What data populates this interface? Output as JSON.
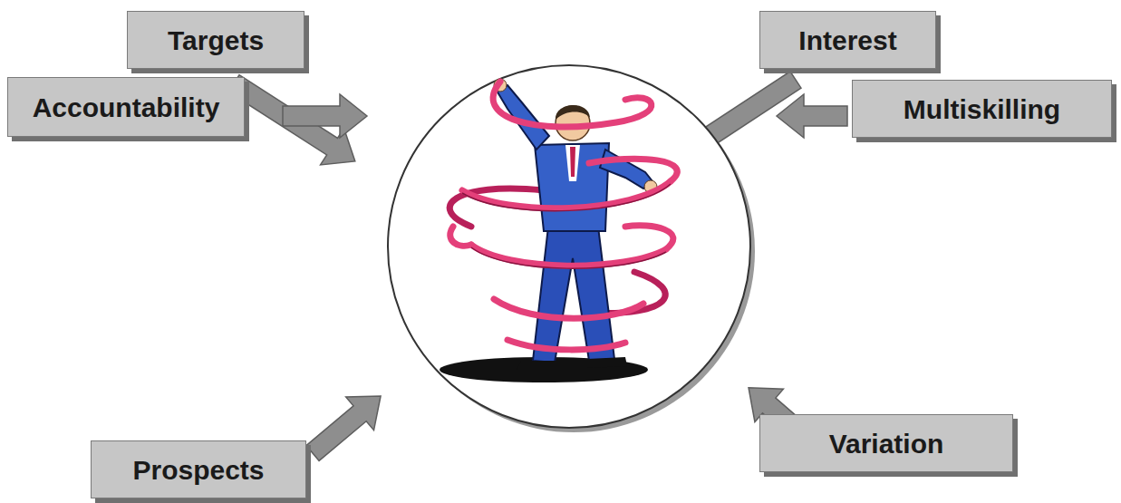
{
  "diagram": {
    "nodes": [
      {
        "text": [
          "Targets"
        ]
      },
      {
        "text": [
          "Interest"
        ]
      },
      {
        "text": [
          "Accountability"
        ]
      },
      {
        "text": [
          "Multiskilling"
        ]
      },
      {
        "text": [
          "Prospects"
        ]
      },
      {
        "text": [
          "Variation"
        ]
      }
    ]
  }
}
